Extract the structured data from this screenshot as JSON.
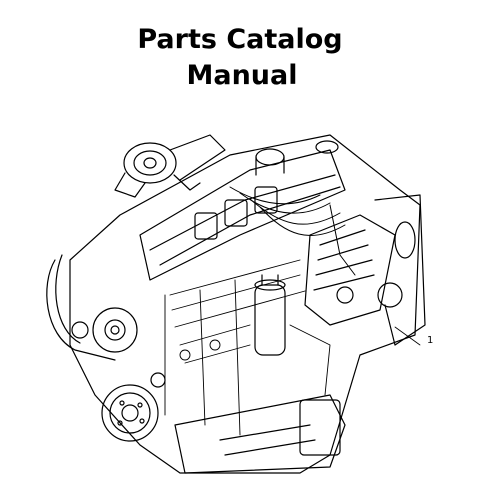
{
  "document": {
    "title_line1": "Parts Catalog",
    "title_line2": "Manual",
    "callout_number": "1"
  },
  "illustration": {
    "subject": "engine-line-drawing",
    "ink_color": "#000000",
    "background": "#ffffff"
  }
}
